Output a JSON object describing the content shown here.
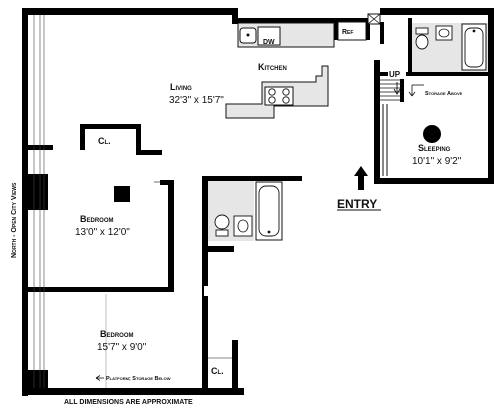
{
  "colors": {
    "wall": "#000000",
    "fixture_fill": "#e6e6e6",
    "line": "#111111",
    "background": "#ffffff"
  },
  "labels": {
    "kitchen": "Kitchen",
    "ref": "Ref",
    "dw": "DW",
    "living_name": "Living",
    "living_dims": "32'3\" x 15'7\"",
    "up": "UP",
    "storage_above": "Storage Above",
    "sleeping_name": "Sleeping",
    "sleeping_dims": "10'1\" x 9'2\"",
    "closet_top": "Cl.",
    "bedroom1_name": "Bedroom",
    "bedroom1_dims": "13'0\" x 12'0\"",
    "entry": "ENTRY",
    "bedroom2_name": "Bedroom",
    "bedroom2_dims": "15'7\" x 9'0\"",
    "platform": "Platform; Storage Below",
    "closet_bottom": "Cl.",
    "side_note": "North - Open City Views",
    "footer": "ALL DIMENSIONS ARE APPROXIMATE"
  },
  "icons": [
    "up-arrow-icon",
    "down-arrow-icon",
    "entry-arrow-icon",
    "left-arrow-icon",
    "toilet-icon",
    "bathtub-icon",
    "sink-icon",
    "stove-icon",
    "lamp-icon"
  ]
}
